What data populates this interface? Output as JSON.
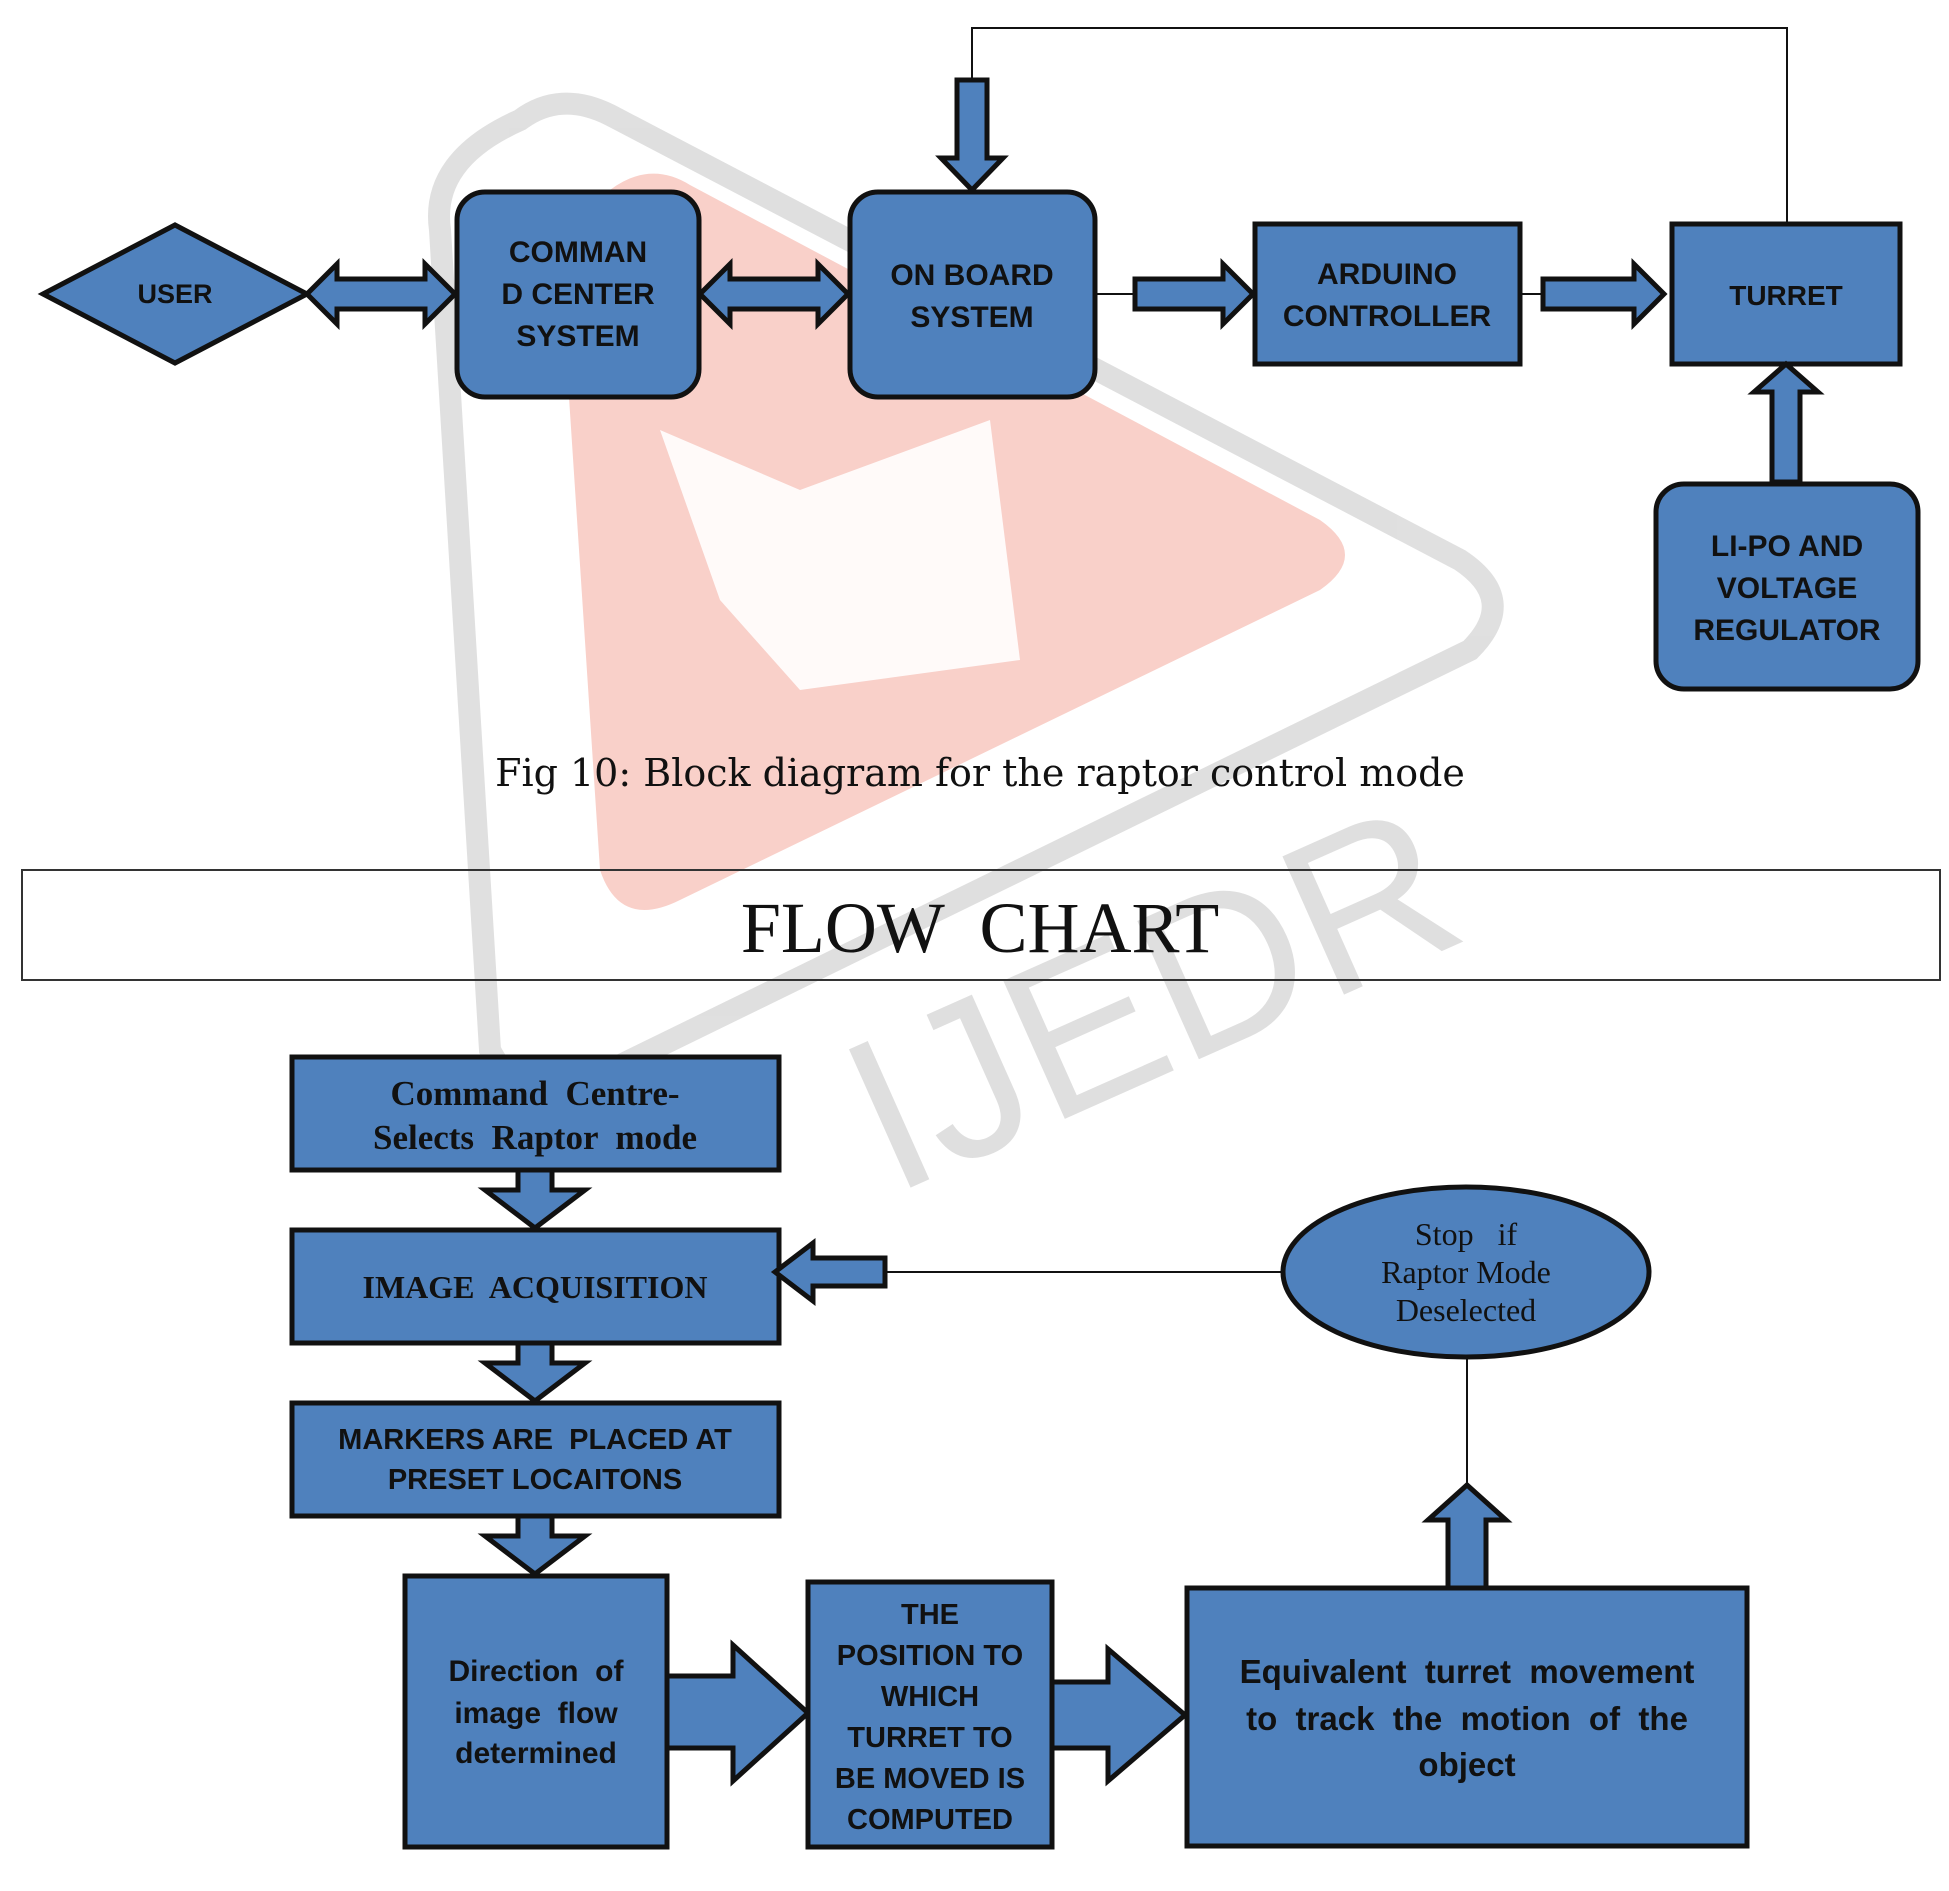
{
  "colors": {
    "box_fill": "#4F81BD",
    "box_stroke": "#111111",
    "text": "#111111",
    "watermark_red": "#F8C8C0",
    "watermark_grey": "#DADADA"
  },
  "watermark": {
    "text": "IJEDR"
  },
  "block_diagram": {
    "user": "USER",
    "command_center": [
      "COMMAN",
      "D CENTER",
      "SYSTEM"
    ],
    "on_board": [
      "ON BOARD",
      "SYSTEM"
    ],
    "arduino": [
      "ARDUINO",
      "CONTROLLER"
    ],
    "turret": "TURRET",
    "lipo": [
      "LI-PO AND",
      "VOLTAGE",
      "REGULATOR"
    ],
    "caption": "Fig 10: Block diagram for the raptor control mode"
  },
  "section_title": "FLOW  CHART",
  "flow_chart": {
    "command_centre": [
      "Command  Centre-",
      "Selects  Raptor  mode"
    ],
    "image_acquisition": "IMAGE  ACQUISITION",
    "markers": [
      "MARKERS ARE  PLACED AT",
      "PRESET LOCAITONS"
    ],
    "direction": [
      "Direction  of",
      "image  flow",
      "determined"
    ],
    "position": [
      "THE",
      "POSITION TO",
      "WHICH",
      "TURRET TO",
      "BE MOVED IS",
      "COMPUTED"
    ],
    "equivalent": [
      "Equivalent  turret  movement",
      "to  track  the  motion  of  the",
      "object"
    ],
    "stop": [
      "Stop   if",
      "Raptor Mode",
      "Deselected"
    ]
  }
}
